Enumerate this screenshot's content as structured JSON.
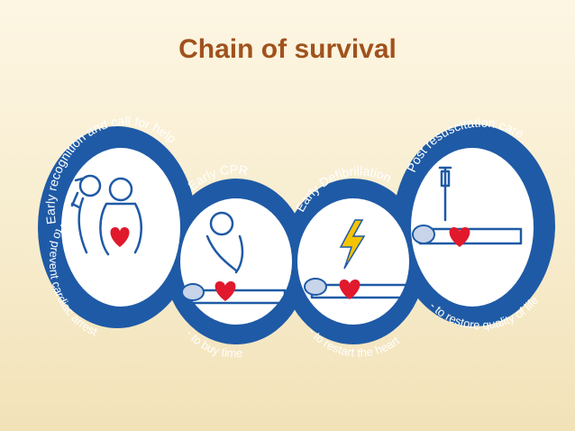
{
  "title": "Chain of survival",
  "links": [
    {
      "heading": "Early recognition and call for help",
      "subtitle": "- to prevent cardiac arrest"
    },
    {
      "heading": "Early CPR",
      "subtitle": "- to buy time"
    },
    {
      "heading": "Early Defibrillation",
      "subtitle": "- to restart the heart"
    },
    {
      "heading": "Post resuscitation care",
      "subtitle": "- to restore quality of life"
    }
  ],
  "colors": {
    "title": "#a0521d",
    "chain": "#1f5aa6",
    "heart": "#e0192c",
    "lightning": "#f5c400"
  }
}
